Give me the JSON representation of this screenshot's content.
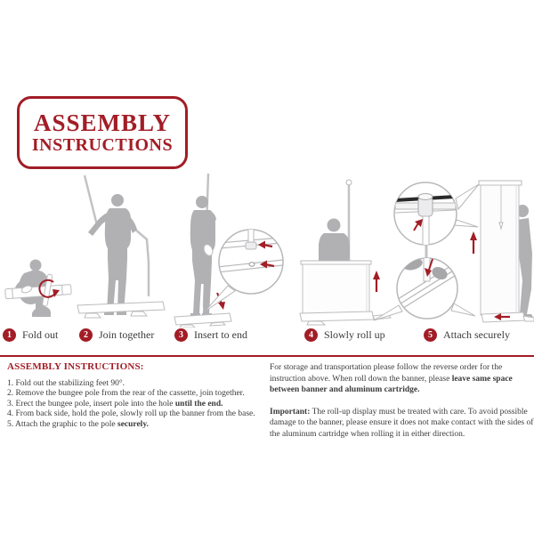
{
  "colors": {
    "accent_red": "#A21D26",
    "body_text": "#3B3B3C",
    "silhouette_gray": "#B1B1B4",
    "outline_gray": "#BCBCBF"
  },
  "title_box": {
    "line1": "ASSEMBLY",
    "line2": "INSTRUCTIONS"
  },
  "steps": [
    {
      "number": "1",
      "label": "Fold out"
    },
    {
      "number": "2",
      "label": "Join together"
    },
    {
      "number": "3",
      "label": "Insert to end"
    },
    {
      "number": "4",
      "label": "Slowly roll up"
    },
    {
      "number": "5",
      "label": "Attach securely"
    }
  ],
  "instructions_block": {
    "heading": "ASSEMBLY INSTRUCTIONS:",
    "items": [
      {
        "text": "1. Fold out the stabilizing feet 90°.",
        "bold": ""
      },
      {
        "text": "2. Remove the bungee pole from the rear of the cassette, join together.",
        "bold": ""
      },
      {
        "text": "3. Erect the bungee pole, insert pole into the hole ",
        "bold": "until the end."
      },
      {
        "text": "4. From back side, hold the pole, slowly roll up the banner from the base.",
        "bold": ""
      },
      {
        "text": "5. Attach the graphic to the pole ",
        "bold": "securely."
      }
    ]
  },
  "storage_block": {
    "text": "For storage and transportation please follow the reverse order for the instruction above. When roll down the banner, please ",
    "bold": "leave same space between banner and aluminum cartridge."
  },
  "important_block": {
    "bold": "Important:",
    "text": " The roll-up display must be treated with care. To avoid possible damage to the banner, please ensure it does not make contact with the sides of the aluminum cartridge when rolling it in either direction."
  }
}
